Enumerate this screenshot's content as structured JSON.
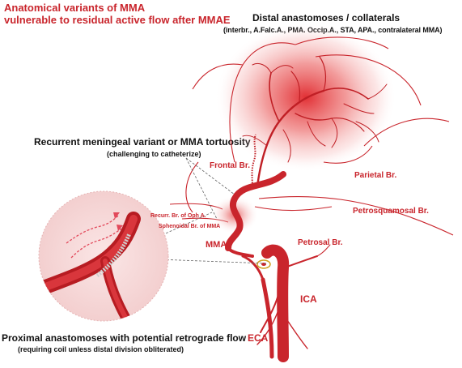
{
  "title": {
    "line1": "Anatomical variants of MMA",
    "line2": "vulnerable to residual active flow after MMAE"
  },
  "distal": {
    "heading": "Distal anastomoses / collaterals",
    "detail": "(interbr., A.Falc.A., PMA. Occip.A., STA, APA., contralateral MMA)"
  },
  "recurrent": {
    "heading": "Recurrent meningeal variant or MMA tortuosity",
    "detail": "(challenging to catheterize)"
  },
  "proximal": {
    "heading": "Proximal anastomoses with potential retrograde flow",
    "detail": "(requiring coil unless distal division obliterated)"
  },
  "labels": {
    "frontal": "Frontal Br.",
    "parietal": "Parietal Br.",
    "petrosquamosal": "Petrosquamosal Br.",
    "recurr": "Recurr. Br. of Oph A.",
    "sphenoidal": "Sphenoidal Br. of MMA",
    "mma": "MMA",
    "petrosal": "Petrosal Br.",
    "ica": "ICA",
    "eca": "ECA"
  },
  "colors": {
    "vessel": "#c9252c",
    "vessel_dark": "#8e1318",
    "label_red": "#c9252c",
    "glow": "#e23b3b",
    "inset_bg": "#f7dada"
  }
}
